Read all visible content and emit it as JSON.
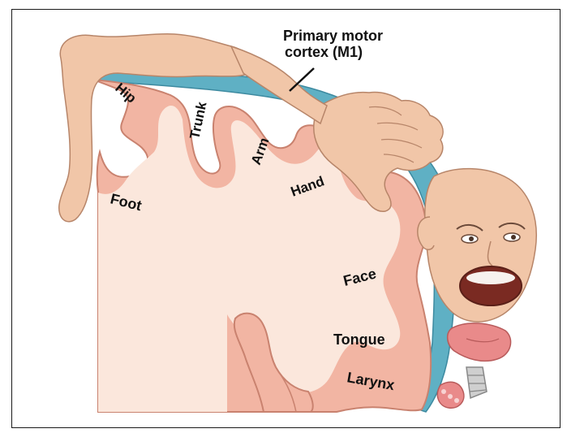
{
  "title": {
    "line1": "Primary motor",
    "line2": "cortex (M1)"
  },
  "labels": {
    "hip": "Hip",
    "trunk": "Trunk",
    "arm": "Arm",
    "hand": "Hand",
    "foot": "Foot",
    "face": "Face",
    "tongue": "Tongue",
    "larynx": "Larynx"
  },
  "colors": {
    "cortex": "#f2b5a3",
    "cortex_outline": "#c9826f",
    "white_matter": "#fbe7dc",
    "surface_blue": "#5fb0c4",
    "skin": "#f1c6a8"
  }
}
